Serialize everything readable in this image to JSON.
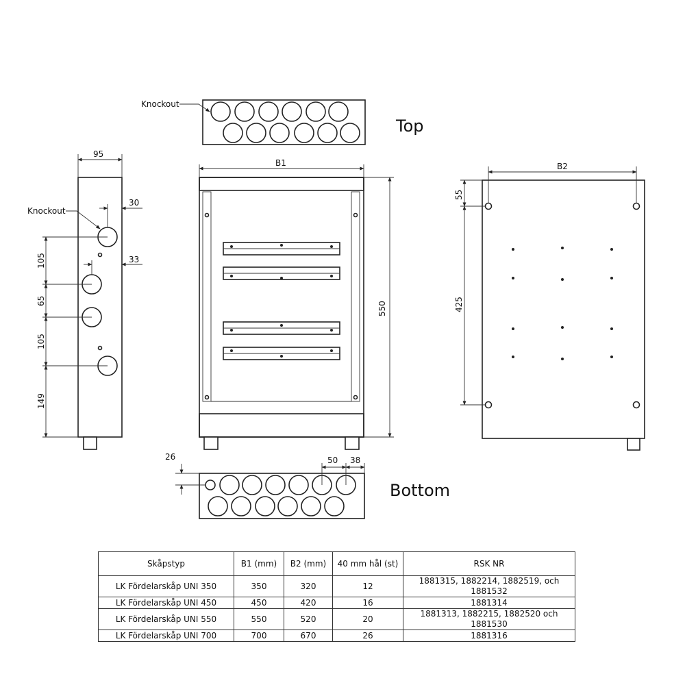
{
  "labels": {
    "top": "Top",
    "bottom": "Bottom",
    "knockout_top": "Knockout",
    "knockout_side": "Knockout"
  },
  "dimensions": {
    "side_width": "95",
    "side_30": "30",
    "side_33": "33",
    "side_105a": "105",
    "side_65": "65",
    "side_105b": "105",
    "side_149": "149",
    "front_b1": "B1",
    "front_550": "550",
    "back_b2": "B2",
    "back_55": "55",
    "back_425": "425",
    "bottom_26": "26",
    "bottom_50": "50",
    "bottom_38": "38"
  },
  "table": {
    "headers": [
      "Skåpstyp",
      "B1 (mm)",
      "B2 (mm)",
      "40 mm hål (st)",
      "RSK NR"
    ],
    "rows": [
      [
        "LK Fördelarskåp UNI 350",
        "350",
        "320",
        "12",
        "1881315, 1882214, 1882519, och 1881532"
      ],
      [
        "LK Fördelarskåp UNI 450",
        "450",
        "420",
        "16",
        "1881314"
      ],
      [
        "LK Fördelarskåp UNI 550",
        "550",
        "520",
        "20",
        "1881313, 1882215, 1882520 och 1881530"
      ],
      [
        "LK Fördelarskåp UNI 700",
        "700",
        "670",
        "26",
        "1881316"
      ]
    ]
  }
}
